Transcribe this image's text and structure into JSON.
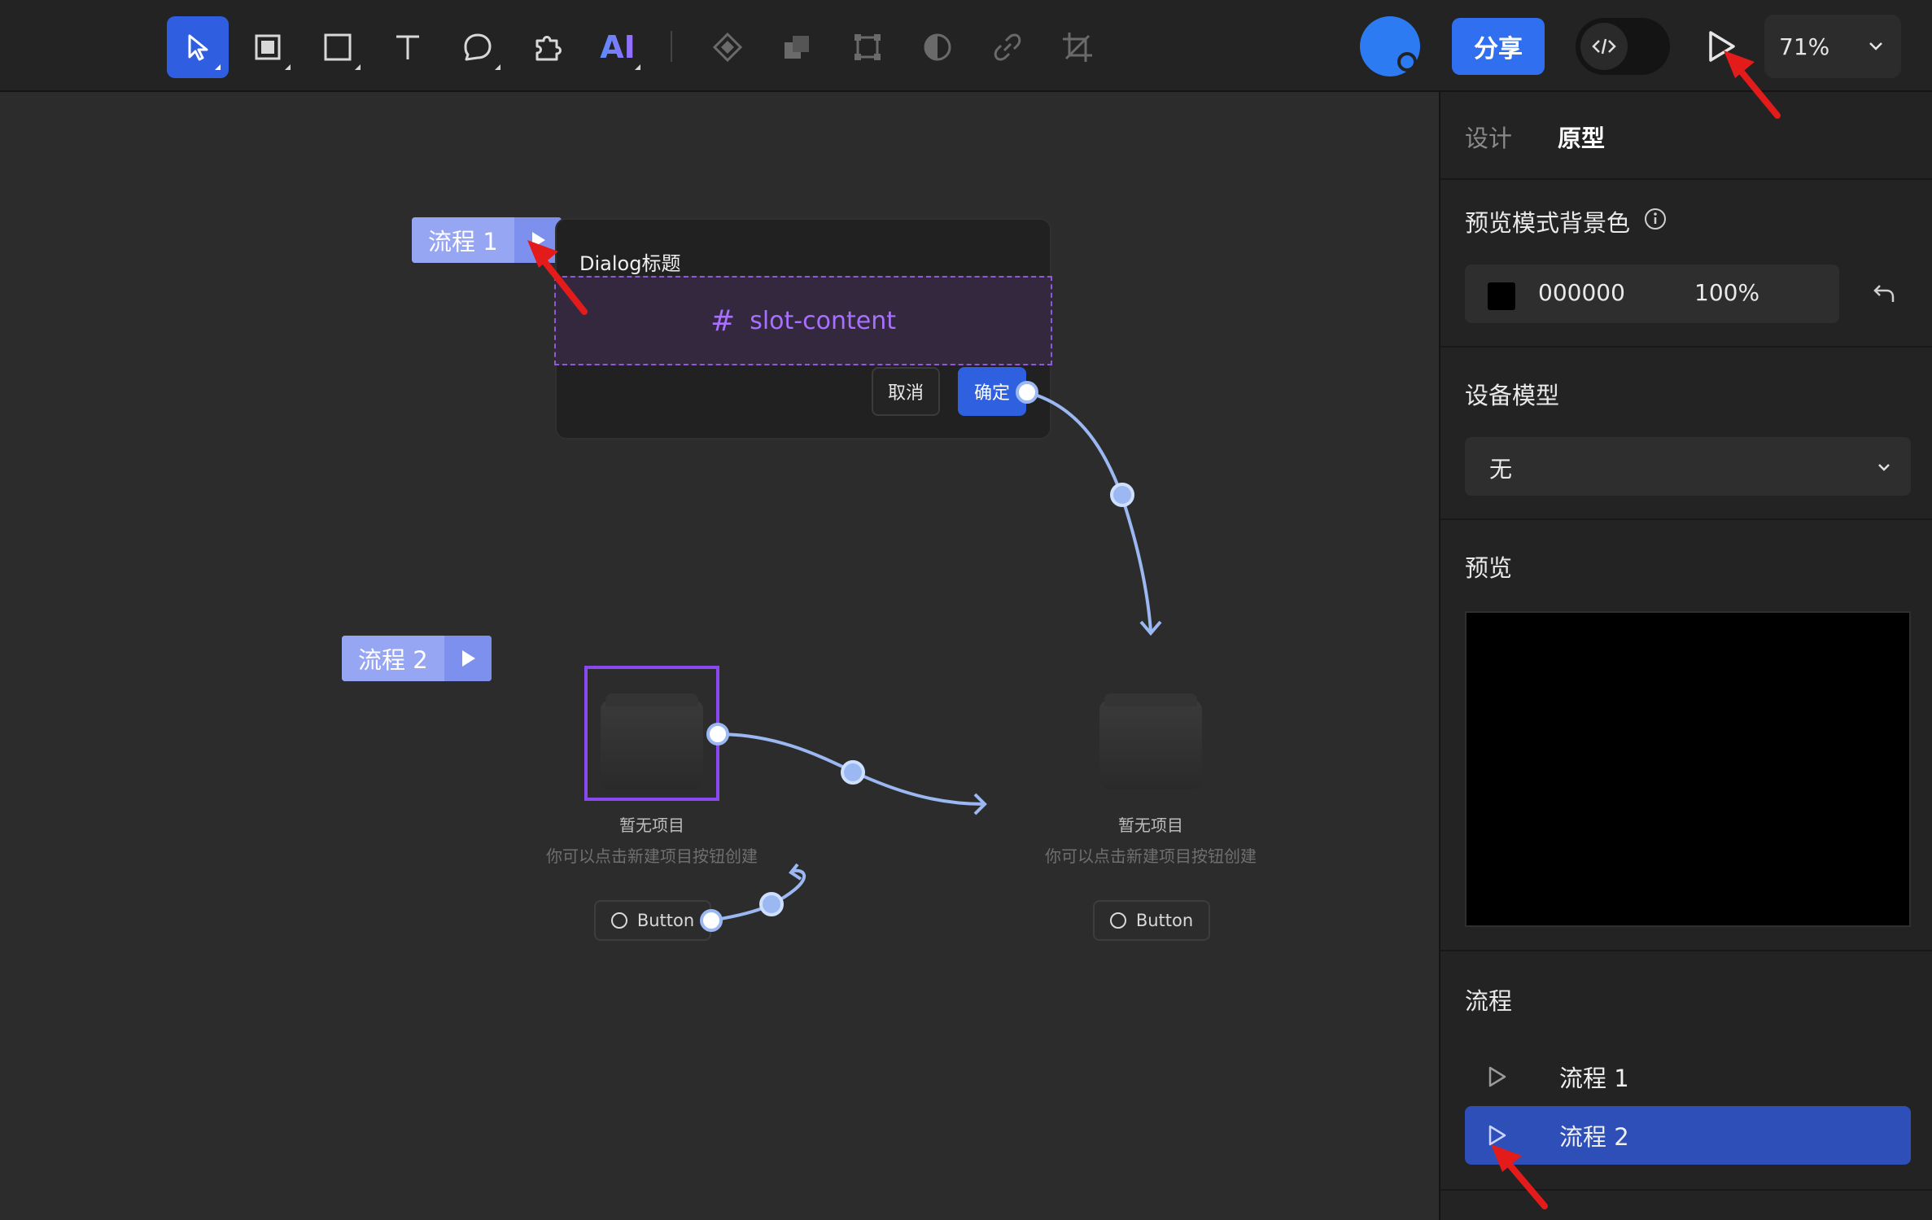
{
  "toolbar": {
    "tools": [
      {
        "name": "move-tool",
        "icon": "pointer-icon",
        "active": true
      },
      {
        "name": "frame-tool",
        "icon": "frame-icon"
      },
      {
        "name": "rectangle-tool",
        "icon": "rectangle-icon"
      },
      {
        "name": "text-tool",
        "icon": "text-icon"
      },
      {
        "name": "comment-tool",
        "icon": "speech-bubble-icon"
      },
      {
        "name": "plugin-tool",
        "icon": "puzzle-icon"
      },
      {
        "name": "ai-tool",
        "icon": "ai-icon"
      }
    ],
    "ai_label": "AI",
    "secondary_tools": [
      "component-icon",
      "boolean-icon",
      "transform-icon",
      "mask-icon",
      "link-icon",
      "crop-icon"
    ],
    "share_label": "分享",
    "code_icon": "code-icon",
    "zoom_value": "71%"
  },
  "canvas": {
    "flow1_label": "流程 1",
    "flow2_label": "流程 2",
    "dialog_title": "Dialog标题",
    "slot_label": "slot-content",
    "cancel_label": "取消",
    "confirm_label": "确定",
    "empty_title": "暂无项目",
    "empty_subtitle": "你可以点击新建项目按钮创建",
    "button_label": "Button"
  },
  "panel": {
    "tab_design": "设计",
    "tab_prototype": "原型",
    "bg_title": "预览模式背景色",
    "bg_color_hex": "000000",
    "bg_opacity": "100%",
    "device_title": "设备模型",
    "device_value": "无",
    "preview_title": "预览",
    "flows_title": "流程",
    "flows": [
      {
        "label": "流程 1",
        "selected": false
      },
      {
        "label": "流程 2",
        "selected": true
      }
    ]
  },
  "colors": {
    "accent": "#2f6ff0",
    "flow_tag": "#97a6f3",
    "selection": "#8a48f0",
    "connector": "#9bb8f2",
    "annotation_arrow": "#e31b1b"
  }
}
